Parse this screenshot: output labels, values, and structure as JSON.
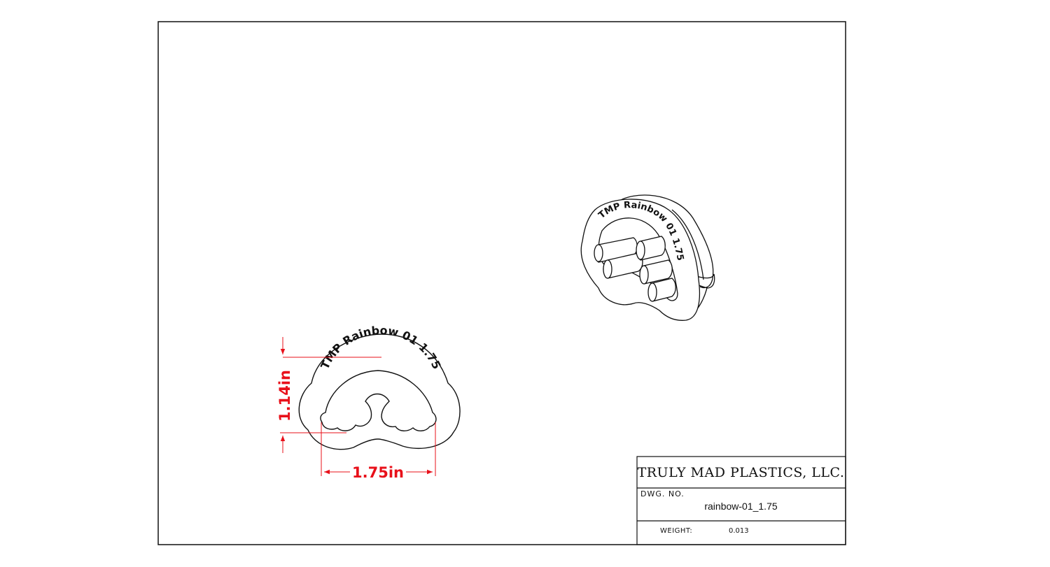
{
  "title_block": {
    "company": "TRULY MAD PLASTICS, LLC.",
    "dwg_no_label": "DWG.  NO.",
    "dwg_no": "rainbow-01_1.75",
    "weight_label": "WEIGHT:",
    "weight_value": "0.013"
  },
  "part": {
    "engraving_front": "TMP Rainbow 01 1.75",
    "engraving_iso": "TMP Rainbow 01 1.75"
  },
  "dimensions": {
    "height": "1.14in",
    "width": "1.75in",
    "color": "#e8101a"
  }
}
